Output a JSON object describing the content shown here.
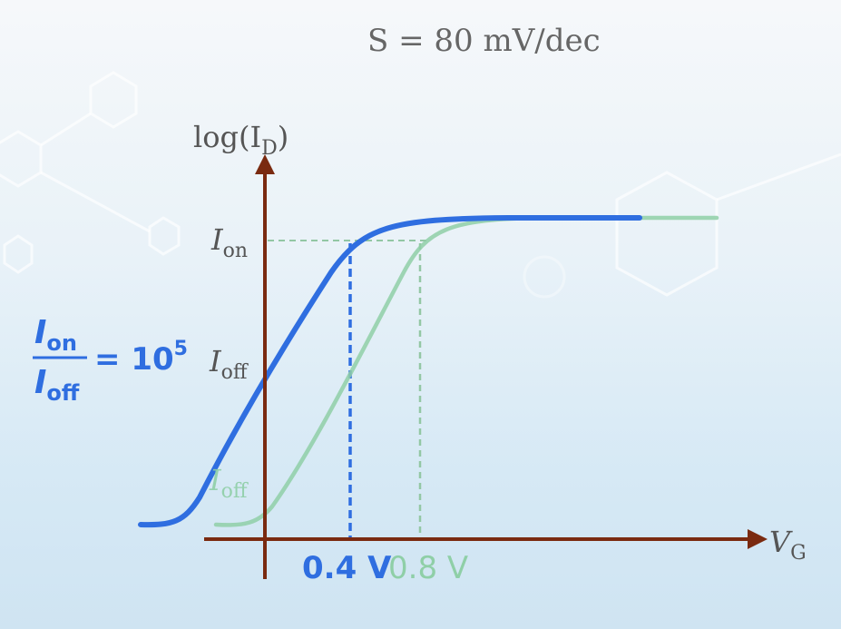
{
  "slide": {
    "slope_formula": "S = 80 mV/dec",
    "ratio": {
      "numerator": "I",
      "numerator_sub": "on",
      "denominator": "I",
      "denominator_sub": "off",
      "equals": "= 10",
      "exponent": "5"
    }
  },
  "axes": {
    "y_label": "log(I",
    "y_label_sub": "D",
    "y_label_close": ")",
    "x_label": "V",
    "x_label_sub": "G"
  },
  "levels": {
    "on": {
      "symbol": "I",
      "sub": "on"
    },
    "off_blue": {
      "symbol": "I",
      "sub": "off"
    },
    "off_green": {
      "symbol": "I",
      "sub": "off"
    }
  },
  "threshold_labels": {
    "blue": "0.4 V",
    "green": "0.8 V"
  },
  "colors": {
    "blue": "#2f6ee0",
    "green": "#8fcfa7",
    "axis": "#7a2a10",
    "dash": "#93c7a4",
    "text": "#555555"
  },
  "icons": [
    "hexagon-molecule-decoration"
  ]
}
